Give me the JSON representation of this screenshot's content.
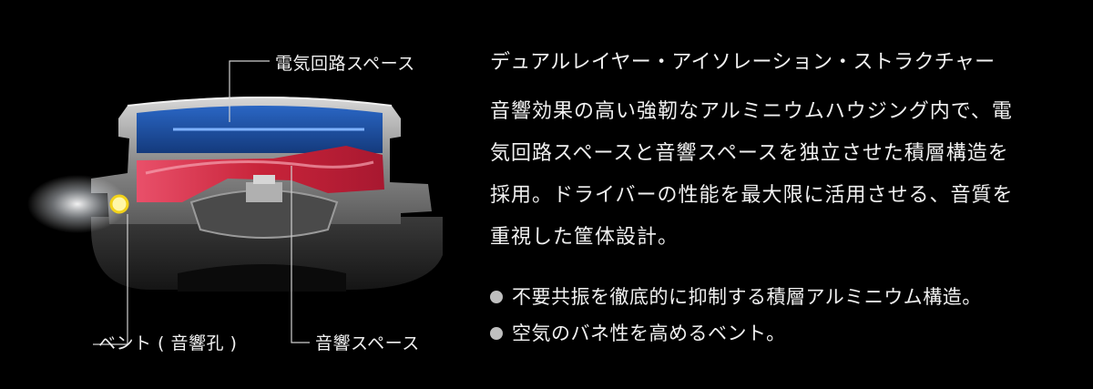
{
  "diagram": {
    "label_top": "電気回路スペース",
    "label_vent": "ベント ( 音響孔 )",
    "label_acoustic": "音響スペース"
  },
  "description": {
    "heading": "デュアルレイヤー・アイソレーション・ストラクチャー",
    "body_lines": [
      "音響効果の高い強靭なアルミニウムハウジング内で、電",
      "気回路スペースと音響スペースを独立させた積層構造を",
      "採用。ドライバーの性能を最大限に活用させる、音質を",
      "重視した筐体設計。"
    ],
    "bullets": [
      "不要共振を徹底的に抑制する積層アルミニウム構造。",
      "空気のバネ性を高めるベント。"
    ]
  },
  "colors": {
    "background": "#000000",
    "circuit_space": "#1e4f9c",
    "acoustic_space": "#c8243a",
    "vent_highlight": "#f2d21a"
  }
}
